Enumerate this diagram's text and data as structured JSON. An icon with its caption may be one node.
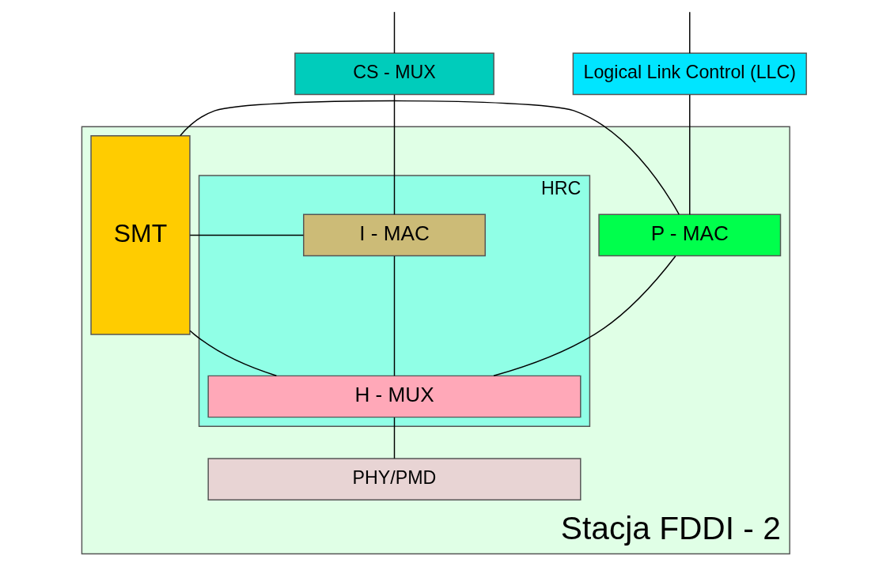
{
  "diagram": {
    "nodes": [
      {
        "text": [
          "Logical Link Control (LLC)"
        ]
      },
      {
        "text": [
          "CS - MUX"
        ]
      },
      {
        "text": [
          "Stacja FDDI - 2"
        ]
      },
      {
        "text": [
          "P - MAC"
        ],
        "in": 2
      },
      {
        "text": [
          "HRC"
        ],
        "in": 2
      },
      {
        "text": [
          "I - MAC"
        ],
        "in": 4
      },
      {
        "text": [
          "H - MUX"
        ],
        "in": 4
      },
      {
        "text": [
          "SMT"
        ],
        "in": 2
      },
      {
        "text": [
          "PHY/PMD"
        ],
        "in": 2
      }
    ],
    "edges": [
      {
        "from": null,
        "to": 0,
        "arrow": "none"
      },
      {
        "from": null,
        "to": 1,
        "arrow": "none"
      },
      {
        "from": 0,
        "to": 3,
        "arrow": "none"
      },
      {
        "from": 1,
        "to": 5,
        "arrow": "none"
      },
      {
        "from": 3,
        "to": 7,
        "arrow": "none"
      },
      {
        "from": 5,
        "to": 7,
        "arrow": "none"
      },
      {
        "from": 3,
        "to": 6,
        "arrow": "none"
      },
      {
        "from": 5,
        "to": 6,
        "arrow": "none"
      },
      {
        "from": 6,
        "to": 7,
        "arrow": "none"
      },
      {
        "from": 6,
        "to": 8,
        "arrow": "none"
      }
    ]
  }
}
